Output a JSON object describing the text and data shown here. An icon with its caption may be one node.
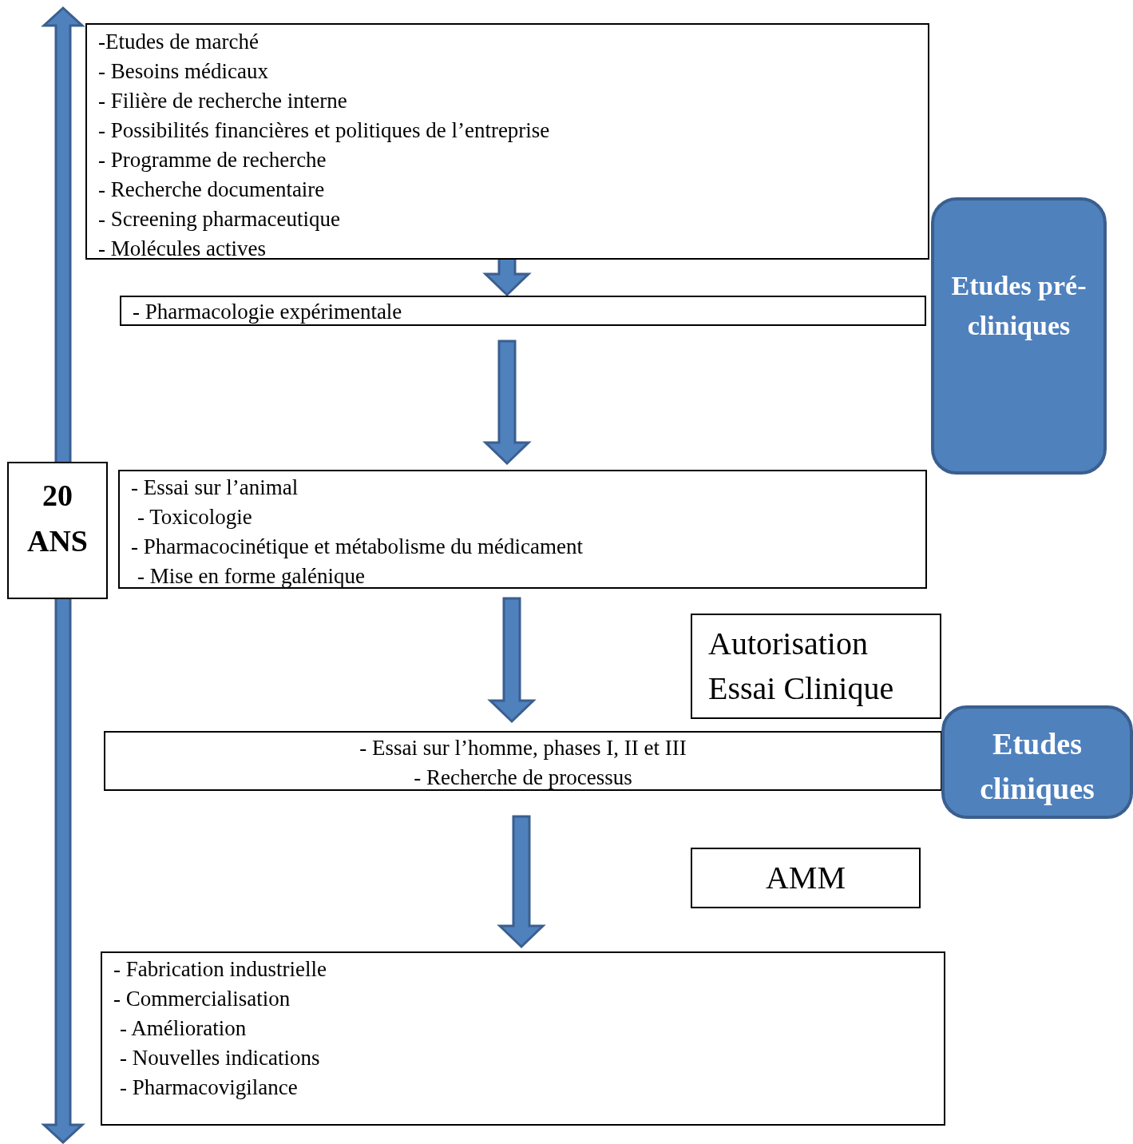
{
  "diagram": {
    "nodes": [
      {
        "text": [
          "-Etudes de marché",
          "- Besoins médicaux",
          "- Filière de recherche interne",
          "- Possibilités financières et politiques de l’entreprise",
          "- Programme de recherche",
          "- Recherche documentaire",
          "- Screening pharmaceutique",
          "- Molécules actives"
        ]
      },
      {
        "text": [
          "- Pharmacologie expérimentale"
        ]
      },
      {
        "text": [
          "- Essai sur l’animal",
          "- Toxicologie",
          "- Pharmacocinétique et métabolisme du médicament",
          "- Mise en forme galénique"
        ]
      },
      {
        "text": [
          "- Essai sur l’homme, phases I, II et III",
          "- Recherche de processus"
        ]
      },
      {
        "text": [
          "- Fabrication industrielle",
          "- Commercialisation",
          "- Amélioration",
          "- Nouvelles indications",
          "- Pharmacovigilance"
        ]
      },
      {
        "text": [
          "20 ANS"
        ]
      },
      {
        "text": [
          "Etudes pré-cliniques"
        ]
      },
      {
        "text": [
          "Autorisation Essai Clinique"
        ]
      },
      {
        "text": [
          "Etudes cliniques"
        ]
      },
      {
        "text": [
          "AMM"
        ]
      }
    ],
    "edges": [
      {
        "from": 0,
        "to": 1,
        "arrow": "to",
        "style": "thick"
      },
      {
        "from": 1,
        "to": 2,
        "arrow": "to",
        "style": "thick"
      },
      {
        "from": 2,
        "to": 3,
        "arrow": "to",
        "style": "thick"
      },
      {
        "from": 3,
        "to": 4,
        "arrow": "to",
        "style": "thick"
      }
    ]
  }
}
